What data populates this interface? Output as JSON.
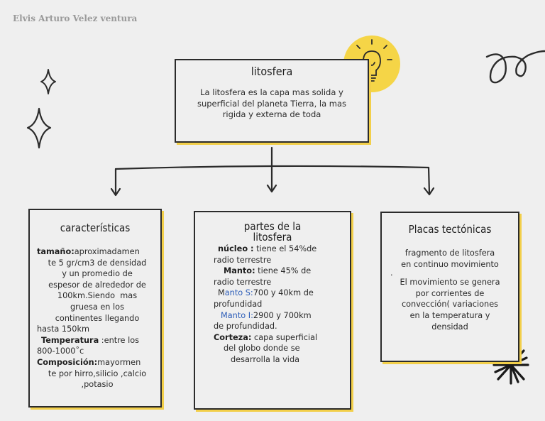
{
  "author": "Elvis Arturo Velez ventura",
  "main": {
    "title": "litosfera",
    "text_lines": [
      "La litosfera es la capa mas solida y",
      "superficial del planeta Tierra, la mas",
      "rigida y externa de toda"
    ]
  },
  "caracteristicas": {
    "title": "características",
    "lines": [
      {
        "b": "tamaño:",
        "t": "aproximadamen"
      },
      {
        "b": "",
        "t": "te 5 gr/cm3 de densidad"
      },
      {
        "b": "",
        "t": "y un promedio de"
      },
      {
        "b": "",
        "t": "espesor de alrededor de"
      },
      {
        "b": "",
        "t": "100km.Siendo  mas"
      },
      {
        "b": "",
        "t": "gruesa en los"
      },
      {
        "b": "",
        "t": "continentes llegando"
      },
      {
        "b": "",
        "t": "hasta 150km"
      },
      {
        "b": "Temperatura",
        "t": " :entre los"
      },
      {
        "b": "",
        "t": "800-1000˚c"
      },
      {
        "b": "Composición:",
        "t": "mayormen"
      },
      {
        "b": "",
        "t": "te por hirro,silicio ,calcio"
      },
      {
        "b": "",
        "t": ",potasio"
      }
    ]
  },
  "partes": {
    "title_line1": "partes de la",
    "title_line2": "litosfera",
    "nucleo_label": "núcleo :",
    "nucleo_text1": " tiene el 54%de",
    "nucleo_text2": "radio terrestre",
    "manto_label": "Manto:",
    "manto_text1": " tiene 45% de",
    "manto_text2": "radio terrestre",
    "manto_s_label_1": "M",
    "manto_s_label_2": "anto S:",
    "manto_s_text1": "700 y 40km de",
    "manto_s_text2": "profundidad",
    "manto_i_label": "Manto I:",
    "manto_i_text1": "2900 y 700km",
    "manto_i_text2": "de profundidad.",
    "corteza_label": "Corteza:",
    "corteza_text1": " capa superficial",
    "corteza_text2": "del globo donde se",
    "corteza_text3": "desarrolla la vida"
  },
  "placas": {
    "title": "Placas tectónicas",
    "lines": [
      "fragmento de litosfera",
      "en continuo movimiento",
      ".",
      "El movimiento se genera",
      "por corrientes de",
      "convección( variaciones",
      "en la temperatura y",
      "densidad"
    ]
  },
  "colors": {
    "accent_yellow": "#f2cf4a",
    "border": "#2b2b2b",
    "link_blue": "#2b5cb8",
    "background": "#efefef"
  },
  "icons": [
    "lightbulb-icon",
    "sparkle-icon",
    "starburst-icon",
    "swirl-icon",
    "arrow-icon"
  ]
}
